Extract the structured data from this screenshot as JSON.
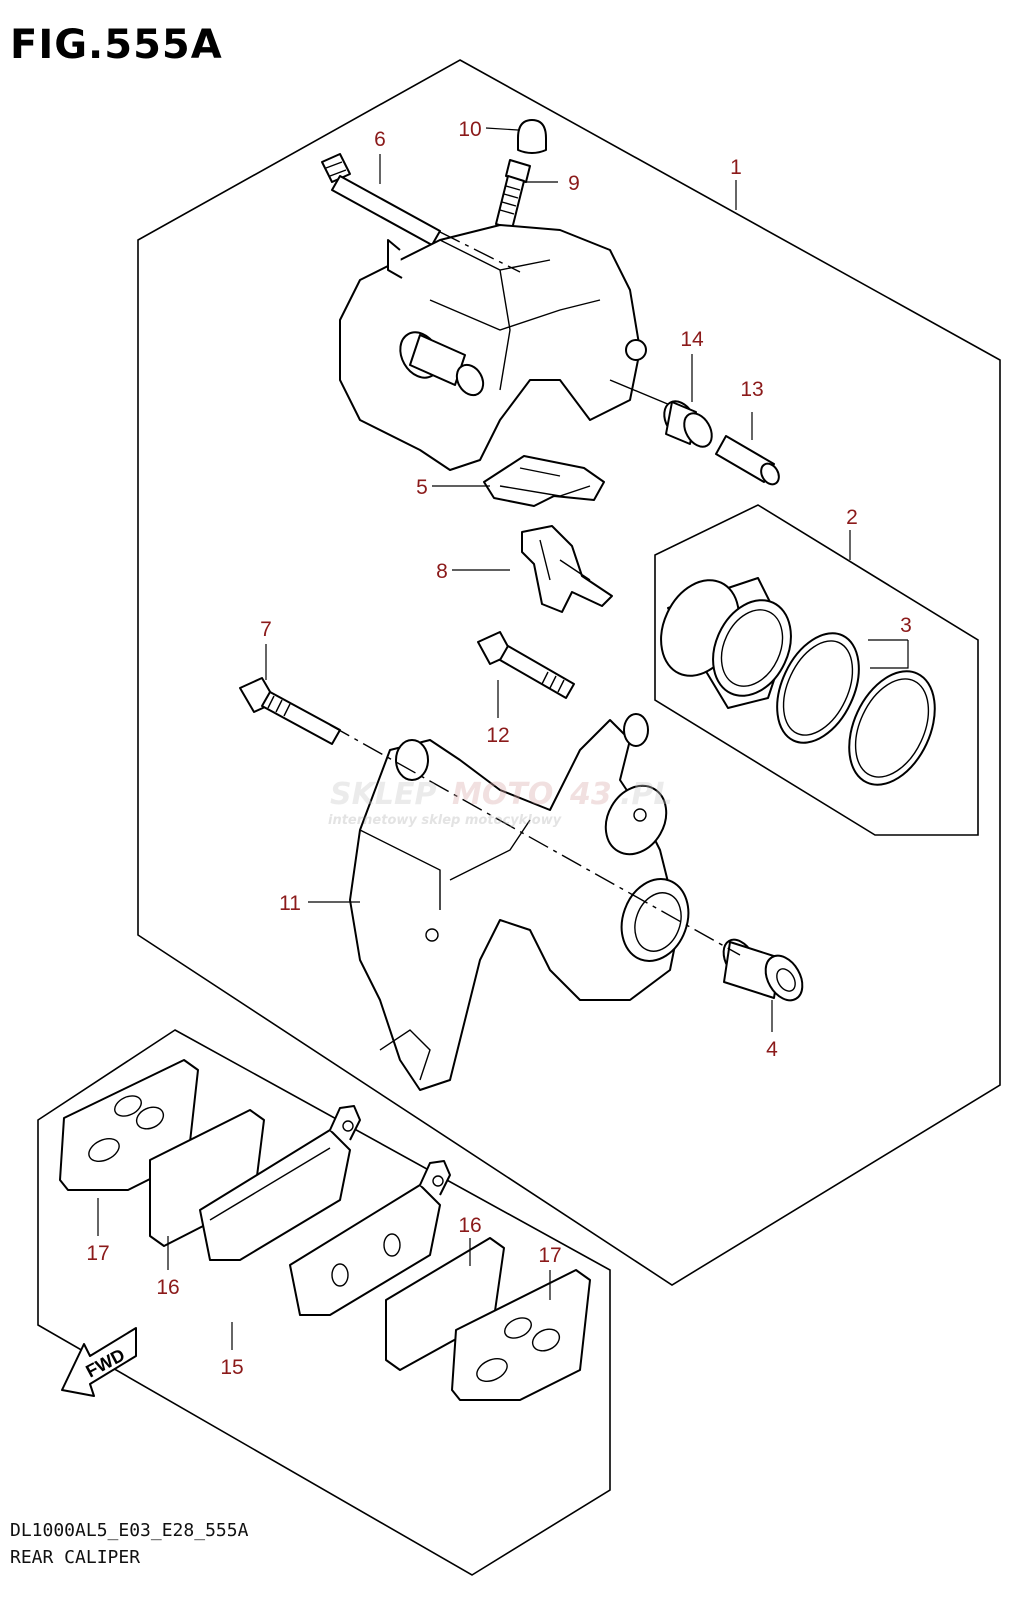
{
  "figure": {
    "title": "FIG.555A",
    "model_code": "DL1000AL5_E03_E28_555A",
    "name": "REAR CALIPER",
    "fwd_label": "FWD"
  },
  "watermark": {
    "brand_a": "SKLEP",
    "brand_b": "MOTO",
    "brand_c": "43",
    "brand_d": ".PL",
    "tagline": "internetowy sklep motocyklowy"
  },
  "callouts": [
    "1",
    "2",
    "3",
    "4",
    "5",
    "6",
    "7",
    "8",
    "9",
    "10",
    "11",
    "12",
    "13",
    "14",
    "15",
    "16",
    "16",
    "17",
    "17"
  ],
  "colors": {
    "callout": "#8b1a1a",
    "line": "#000000",
    "watermark": "#c8c8c8"
  }
}
